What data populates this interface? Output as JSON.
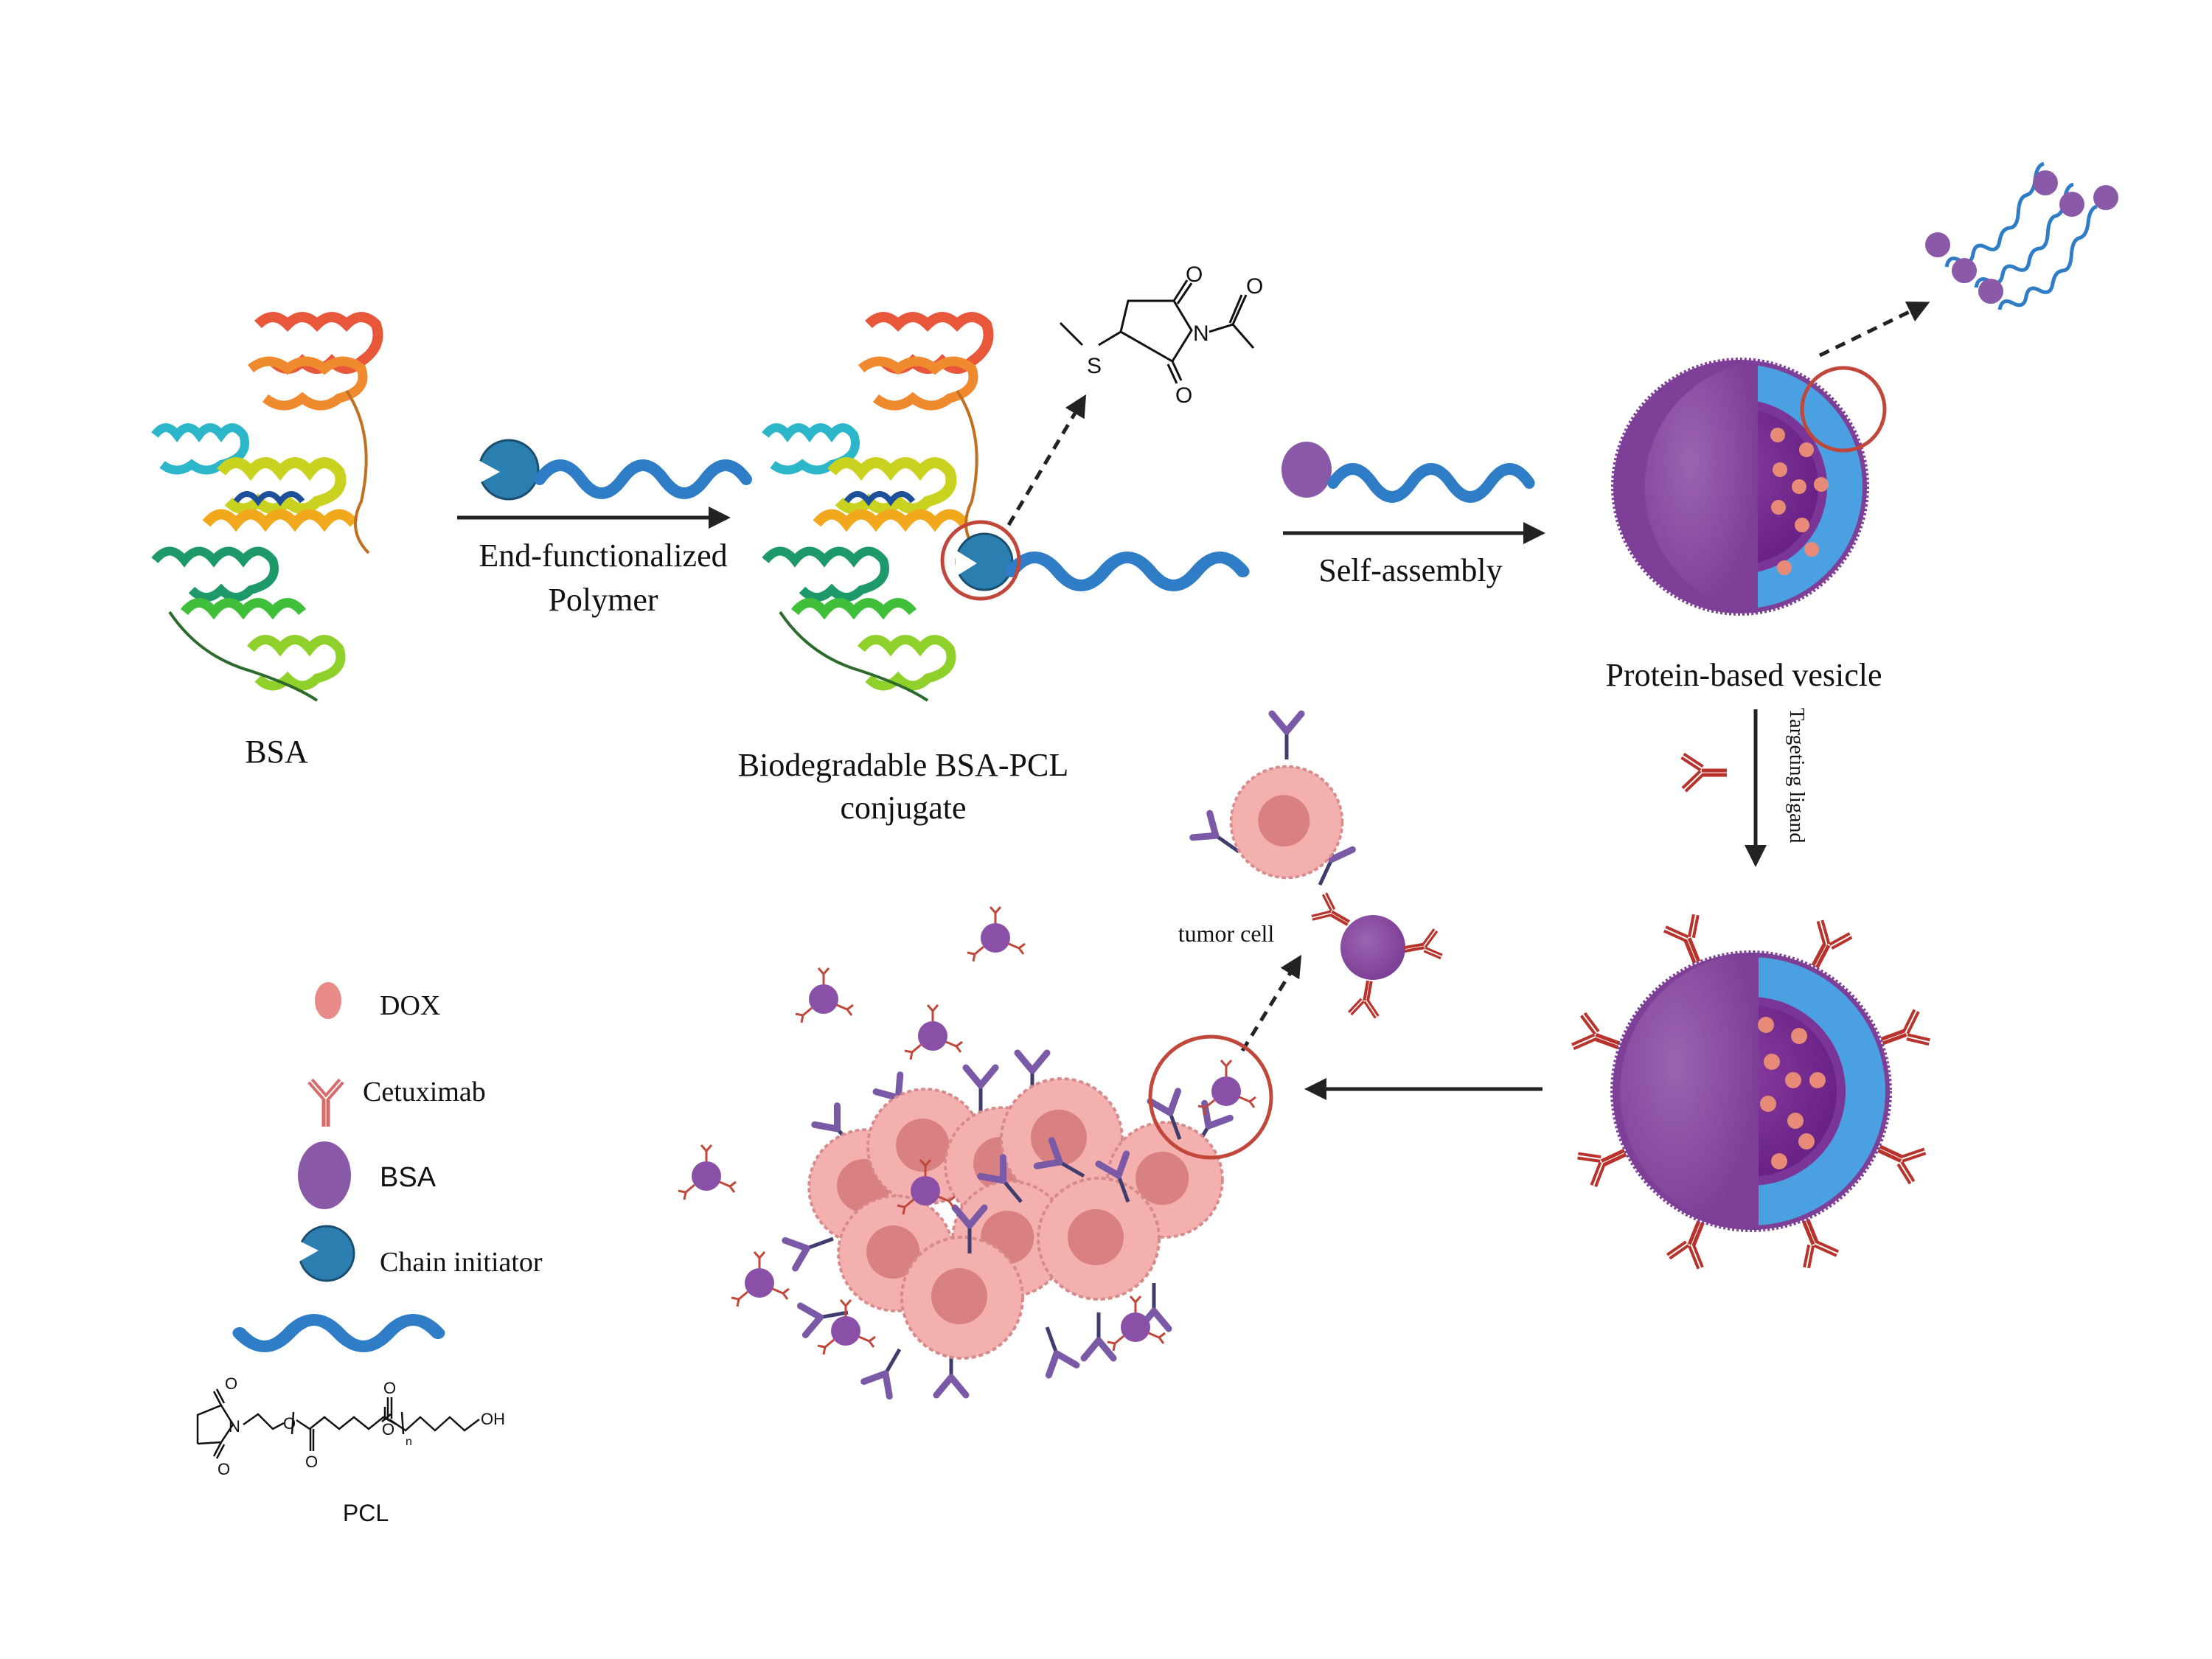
{
  "labels": {
    "bsa_protein": "BSA",
    "step1_line1": "End-functionalized",
    "step1_line2": "Polymer",
    "conjugate_line1": "Biodegradable BSA-PCL",
    "conjugate_line2": "conjugate",
    "step2": "Self-assembly",
    "vesicle": "Protein-based vesicle",
    "step3": "Targeting ligand",
    "tumor_cell": "tumor cell"
  },
  "molecule_linker": {
    "atoms": [
      "S",
      "N",
      "O",
      "O",
      "O"
    ]
  },
  "legend": {
    "items": [
      {
        "symbol": "dox-icon",
        "label": "DOX"
      },
      {
        "symbol": "cetuximab-icon",
        "label": "Cetuximab"
      },
      {
        "symbol": "bsa-icon",
        "label": "BSA"
      },
      {
        "symbol": "chain-initiator-icon",
        "label": "Chain initiator"
      }
    ],
    "polymer_label": "PCL",
    "pcl_structure_atoms": {
      "o_top_left": "O",
      "n": "N",
      "o_bottom_left": "O",
      "o_ester1": "O",
      "o_carbonyl1": "O",
      "o_ester2": "O",
      "o_carbonyl2": "O",
      "repeat": "n",
      "terminal": "OH"
    }
  },
  "colors": {
    "bsa_purple": "#8a5aa8",
    "vesicle_purple": "#8d4f9f",
    "vesicle_core": "#7a2f8f",
    "pcl_blue": "#2f7dc6",
    "shell_blue": "#4aa0e0",
    "initiator_blue": "#2a7fb0",
    "dox_salmon": "#e88a78",
    "antibody_red": "#b8332c",
    "antibody_purple": "#7a5aa6",
    "highlight_circle": "#c0473a",
    "tumor_pink": "#f2a9a9",
    "tumor_nucleus": "#d37a7a",
    "arrow": "#222222"
  }
}
